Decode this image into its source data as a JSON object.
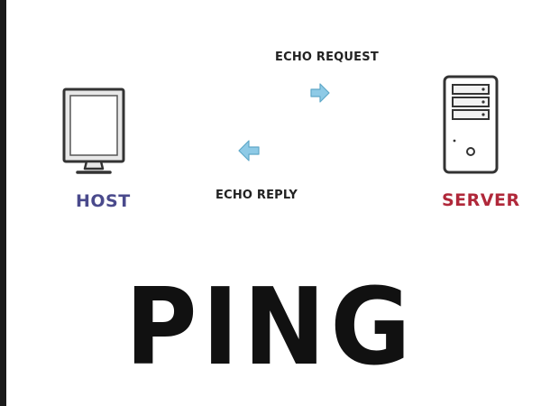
{
  "diagram": {
    "echo_request_label": "ECHO REQUEST",
    "echo_reply_label": "ECHO REPLY",
    "host_label": "HOST",
    "server_label": "SERVER",
    "title": "PING"
  },
  "icons": {
    "host": "monitor-icon",
    "server": "server-tower-icon",
    "request_arrow": "arrow-right-icon",
    "reply_arrow": "arrow-left-icon"
  },
  "colors": {
    "host_label": "#4a4a8c",
    "server_label": "#b0283a",
    "arrow": "#8ecae6",
    "ink": "#111111"
  }
}
